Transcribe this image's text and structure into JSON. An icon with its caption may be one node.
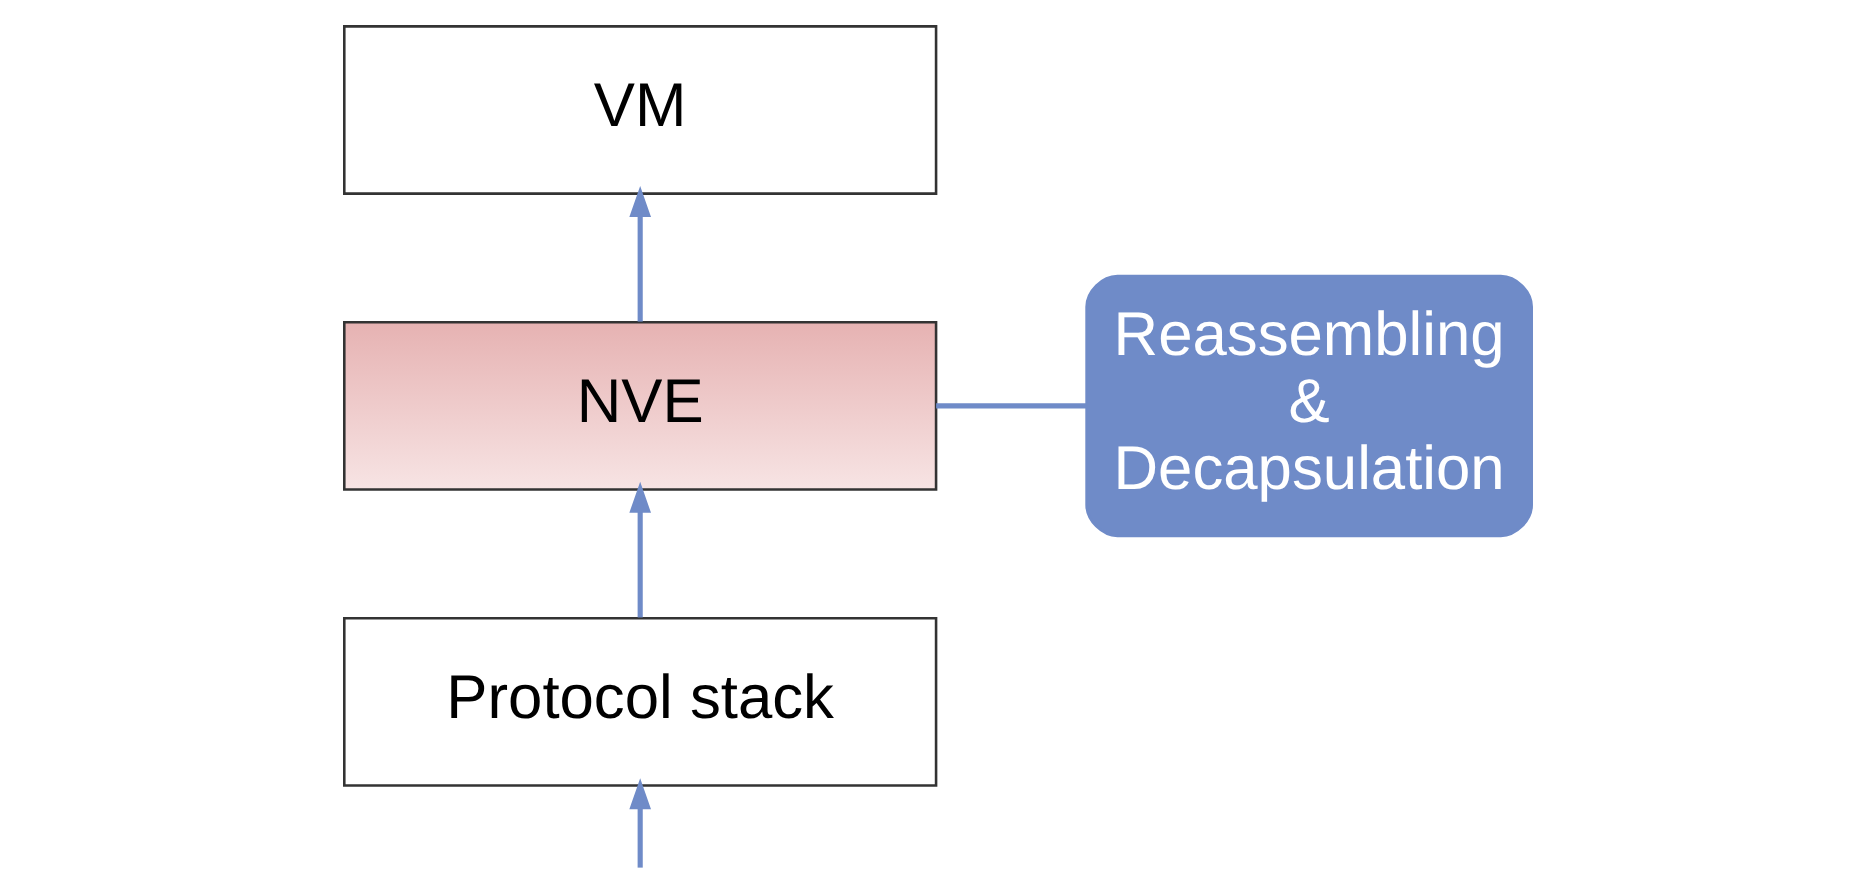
{
  "diagram": {
    "nodes": [
      {
        "text": [
          "VM"
        ]
      },
      {
        "text": [
          "NVE"
        ]
      },
      {
        "text": [
          "Protocol stack"
        ]
      },
      {
        "text": [
          "Reassembling & Decapsulation"
        ]
      }
    ],
    "edges": [
      {
        "from": 1,
        "to": 0,
        "arrow": "to"
      },
      {
        "from": 2,
        "to": 1,
        "arrow": "to"
      },
      {
        "from": null,
        "to": 2,
        "arrow": "to"
      },
      {
        "from": 3,
        "to": 1,
        "arrow": "none"
      }
    ]
  }
}
